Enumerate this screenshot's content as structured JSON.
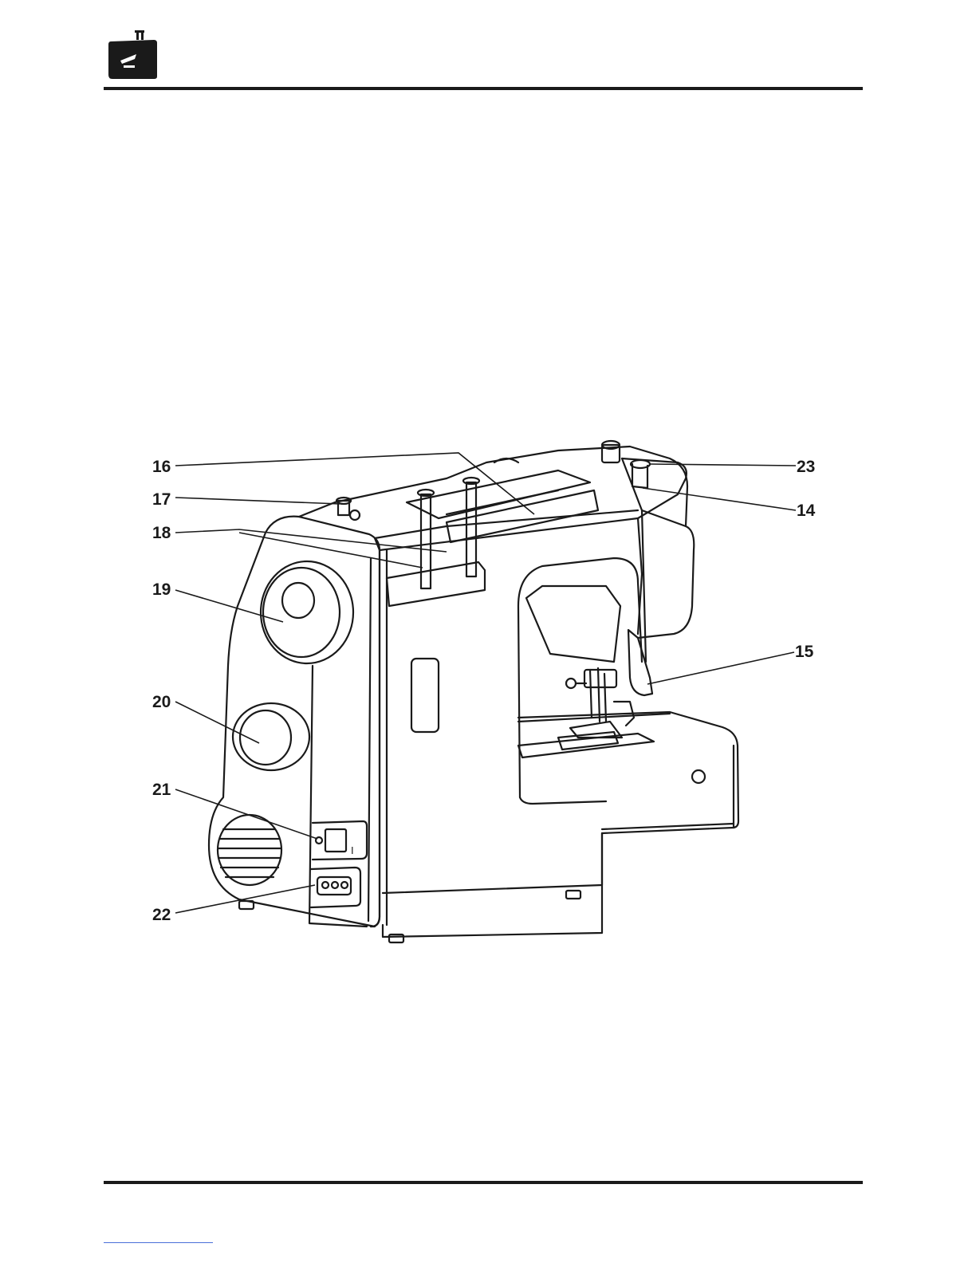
{
  "header": {
    "logo_icon": "sewing-machine-icon"
  },
  "diagram": {
    "callouts": [
      {
        "id": "16",
        "label": "16"
      },
      {
        "id": "17",
        "label": "17"
      },
      {
        "id": "18",
        "label": "18"
      },
      {
        "id": "19",
        "label": "19"
      },
      {
        "id": "20",
        "label": "20"
      },
      {
        "id": "21",
        "label": "21"
      },
      {
        "id": "22",
        "label": "22"
      },
      {
        "id": "23",
        "label": "23"
      },
      {
        "id": "14",
        "label": "14"
      },
      {
        "id": "15",
        "label": "15"
      }
    ],
    "switch_mark": "I"
  },
  "colors": {
    "ink": "#1a1a1a",
    "link": "#4a6fd8"
  }
}
